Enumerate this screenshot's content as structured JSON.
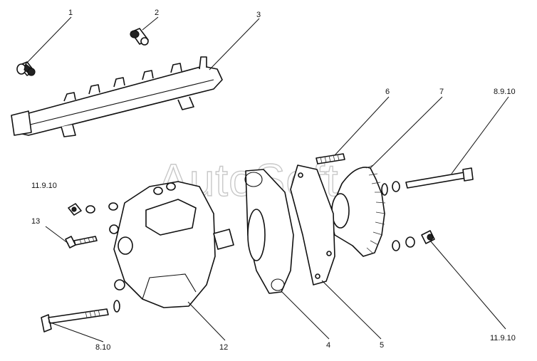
{
  "watermark": "AutoSoft",
  "callouts": [
    {
      "id": "c1",
      "label": "1"
    },
    {
      "id": "c2",
      "label": "2"
    },
    {
      "id": "c3",
      "label": "3"
    },
    {
      "id": "c6",
      "label": "6"
    },
    {
      "id": "c7",
      "label": "7"
    },
    {
      "id": "c8910",
      "label": "8.9.10"
    },
    {
      "id": "c11910a",
      "label": "11.9.10"
    },
    {
      "id": "c13",
      "label": "13"
    },
    {
      "id": "c810",
      "label": "8.10"
    },
    {
      "id": "c12",
      "label": "12"
    },
    {
      "id": "c4",
      "label": "4"
    },
    {
      "id": "c5",
      "label": "5"
    },
    {
      "id": "c11910b",
      "label": "11.9.10"
    }
  ]
}
